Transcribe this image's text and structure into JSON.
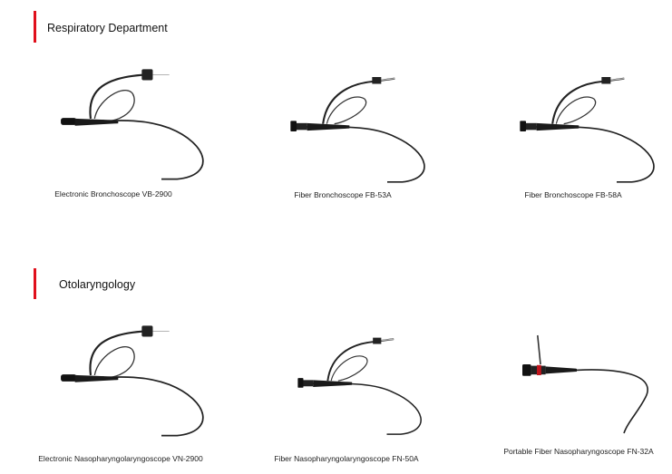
{
  "sections": [
    {
      "title": "Respiratory Department",
      "products": [
        {
          "name": "Electronic Bronchoscope VB-2900",
          "image": "electronic-bronchoscope-image"
        },
        {
          "name": "Fiber Bronchoscope FB-53A",
          "image": "fiber-bronchoscope-image"
        },
        {
          "name": "Fiber Bronchoscope FB-58A",
          "image": "fiber-bronchoscope-image"
        }
      ]
    },
    {
      "title": "Otolaryngology",
      "products": [
        {
          "name": "Electronic Nasopharyngolaryngoscope VN-2900",
          "image": "electronic-nasopharyngolaryngoscope-image"
        },
        {
          "name": "Fiber Nasopharyngolaryngoscope FN-50A",
          "image": "fiber-nasopharyngolaryngoscope-image"
        },
        {
          "name": "Portable Fiber Nasopharyngoscope FN-32A",
          "image": "portable-nasopharyngoscope-image"
        }
      ]
    }
  ],
  "colors": {
    "accent": "#e0101c"
  }
}
